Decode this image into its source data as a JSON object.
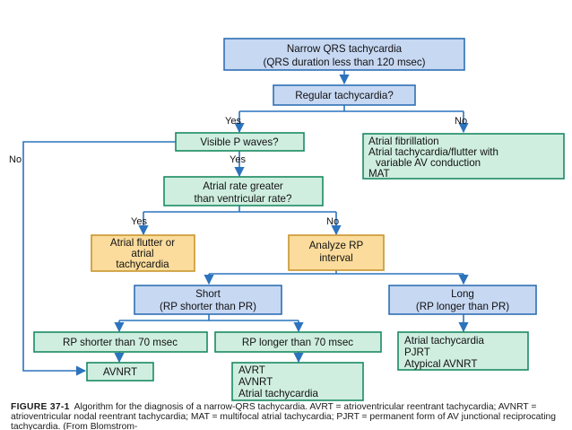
{
  "colors": {
    "blue_fill": "#c7d8f3",
    "blue_stroke": "#2f6fb4",
    "green_fill": "#cfeee0",
    "green_stroke": "#1a8a62",
    "orange_fill": "#fbdc9c",
    "orange_stroke": "#c8962e",
    "arrow": "#2c73bd"
  },
  "nodes": {
    "start": [
      "Narrow QRS tachycardia",
      "(QRS duration less than 120 msec)"
    ],
    "regular": [
      "Regular tachycardia?"
    ],
    "visible_p": [
      "Visible P waves?"
    ],
    "afib": [
      "Atrial fibrillation",
      "Atrial tachycardia/flutter with",
      "variable AV conduction",
      "MAT"
    ],
    "atrial_rate": [
      "Atrial rate greater",
      "than ventricular rate?"
    ],
    "flutter": [
      "Atrial flutter or",
      "atrial",
      "tachycardia"
    ],
    "analyze_rp": [
      "Analyze RP",
      "interval"
    ],
    "short": [
      "Short",
      "(RP shorter than PR)"
    ],
    "long": [
      "Long",
      "(RP longer than PR)"
    ],
    "rp_short70": [
      "RP shorter than 70 msec"
    ],
    "rp_long70": [
      "RP longer than 70 msec"
    ],
    "avnrt": [
      "AVNRT"
    ],
    "avrt_group": [
      "AVRT",
      "AVNRT",
      "Atrial tachycardia"
    ],
    "long_group": [
      "Atrial tachycardia",
      "PJRT",
      "Atypical AVNRT"
    ]
  },
  "edge_labels": {
    "regular_yes": "Yes",
    "regular_no": "No",
    "visible_no": "No",
    "visible_yes": "Yes",
    "rate_yes": "Yes",
    "rate_no": "No"
  },
  "caption": {
    "label": "FIGURE 37-1",
    "text": "Algorithm for the diagnosis of a narrow-QRS tachycardia. AVRT = atrioventricular reentrant tachycardia; AVNRT = atrioventricular nodal reentrant tachycardia; MAT = multifocal atrial tachycardia; PJRT = permanent form of AV junctional reciprocating tachycardia. (From Blomstrom-"
  }
}
